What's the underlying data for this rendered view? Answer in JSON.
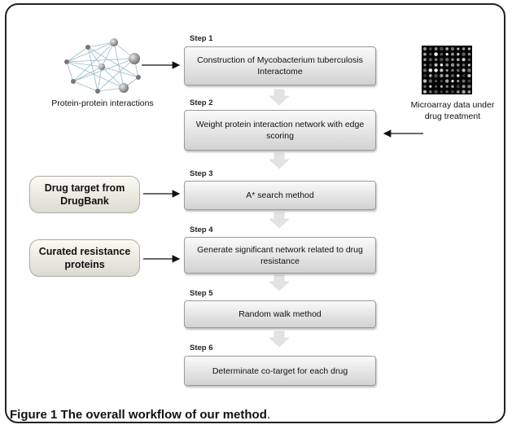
{
  "steps": [
    {
      "label": "Step 1",
      "text": "Construction of Mycobacterium tuberculosis Interactome"
    },
    {
      "label": "Step 2",
      "text": "Weight protein interaction network with edge scoring"
    },
    {
      "label": "Step 3",
      "text": "A* search method"
    },
    {
      "label": "Step 4",
      "text": "Generate significant network related to drug resistance"
    },
    {
      "label": "Step 5",
      "text": "Random walk method"
    },
    {
      "label": "Step 6",
      "text": "Determinate co-target for each drug"
    }
  ],
  "inputs": {
    "ppi": "Protein-protein interactions",
    "microarray": "Microarray data under drug treatment",
    "drug_target": "Drug target from DrugBank",
    "resistance": "Curated resistance proteins"
  },
  "caption": {
    "figure": "Figure 1",
    "text": "The overall workflow of our method",
    "period": "."
  }
}
